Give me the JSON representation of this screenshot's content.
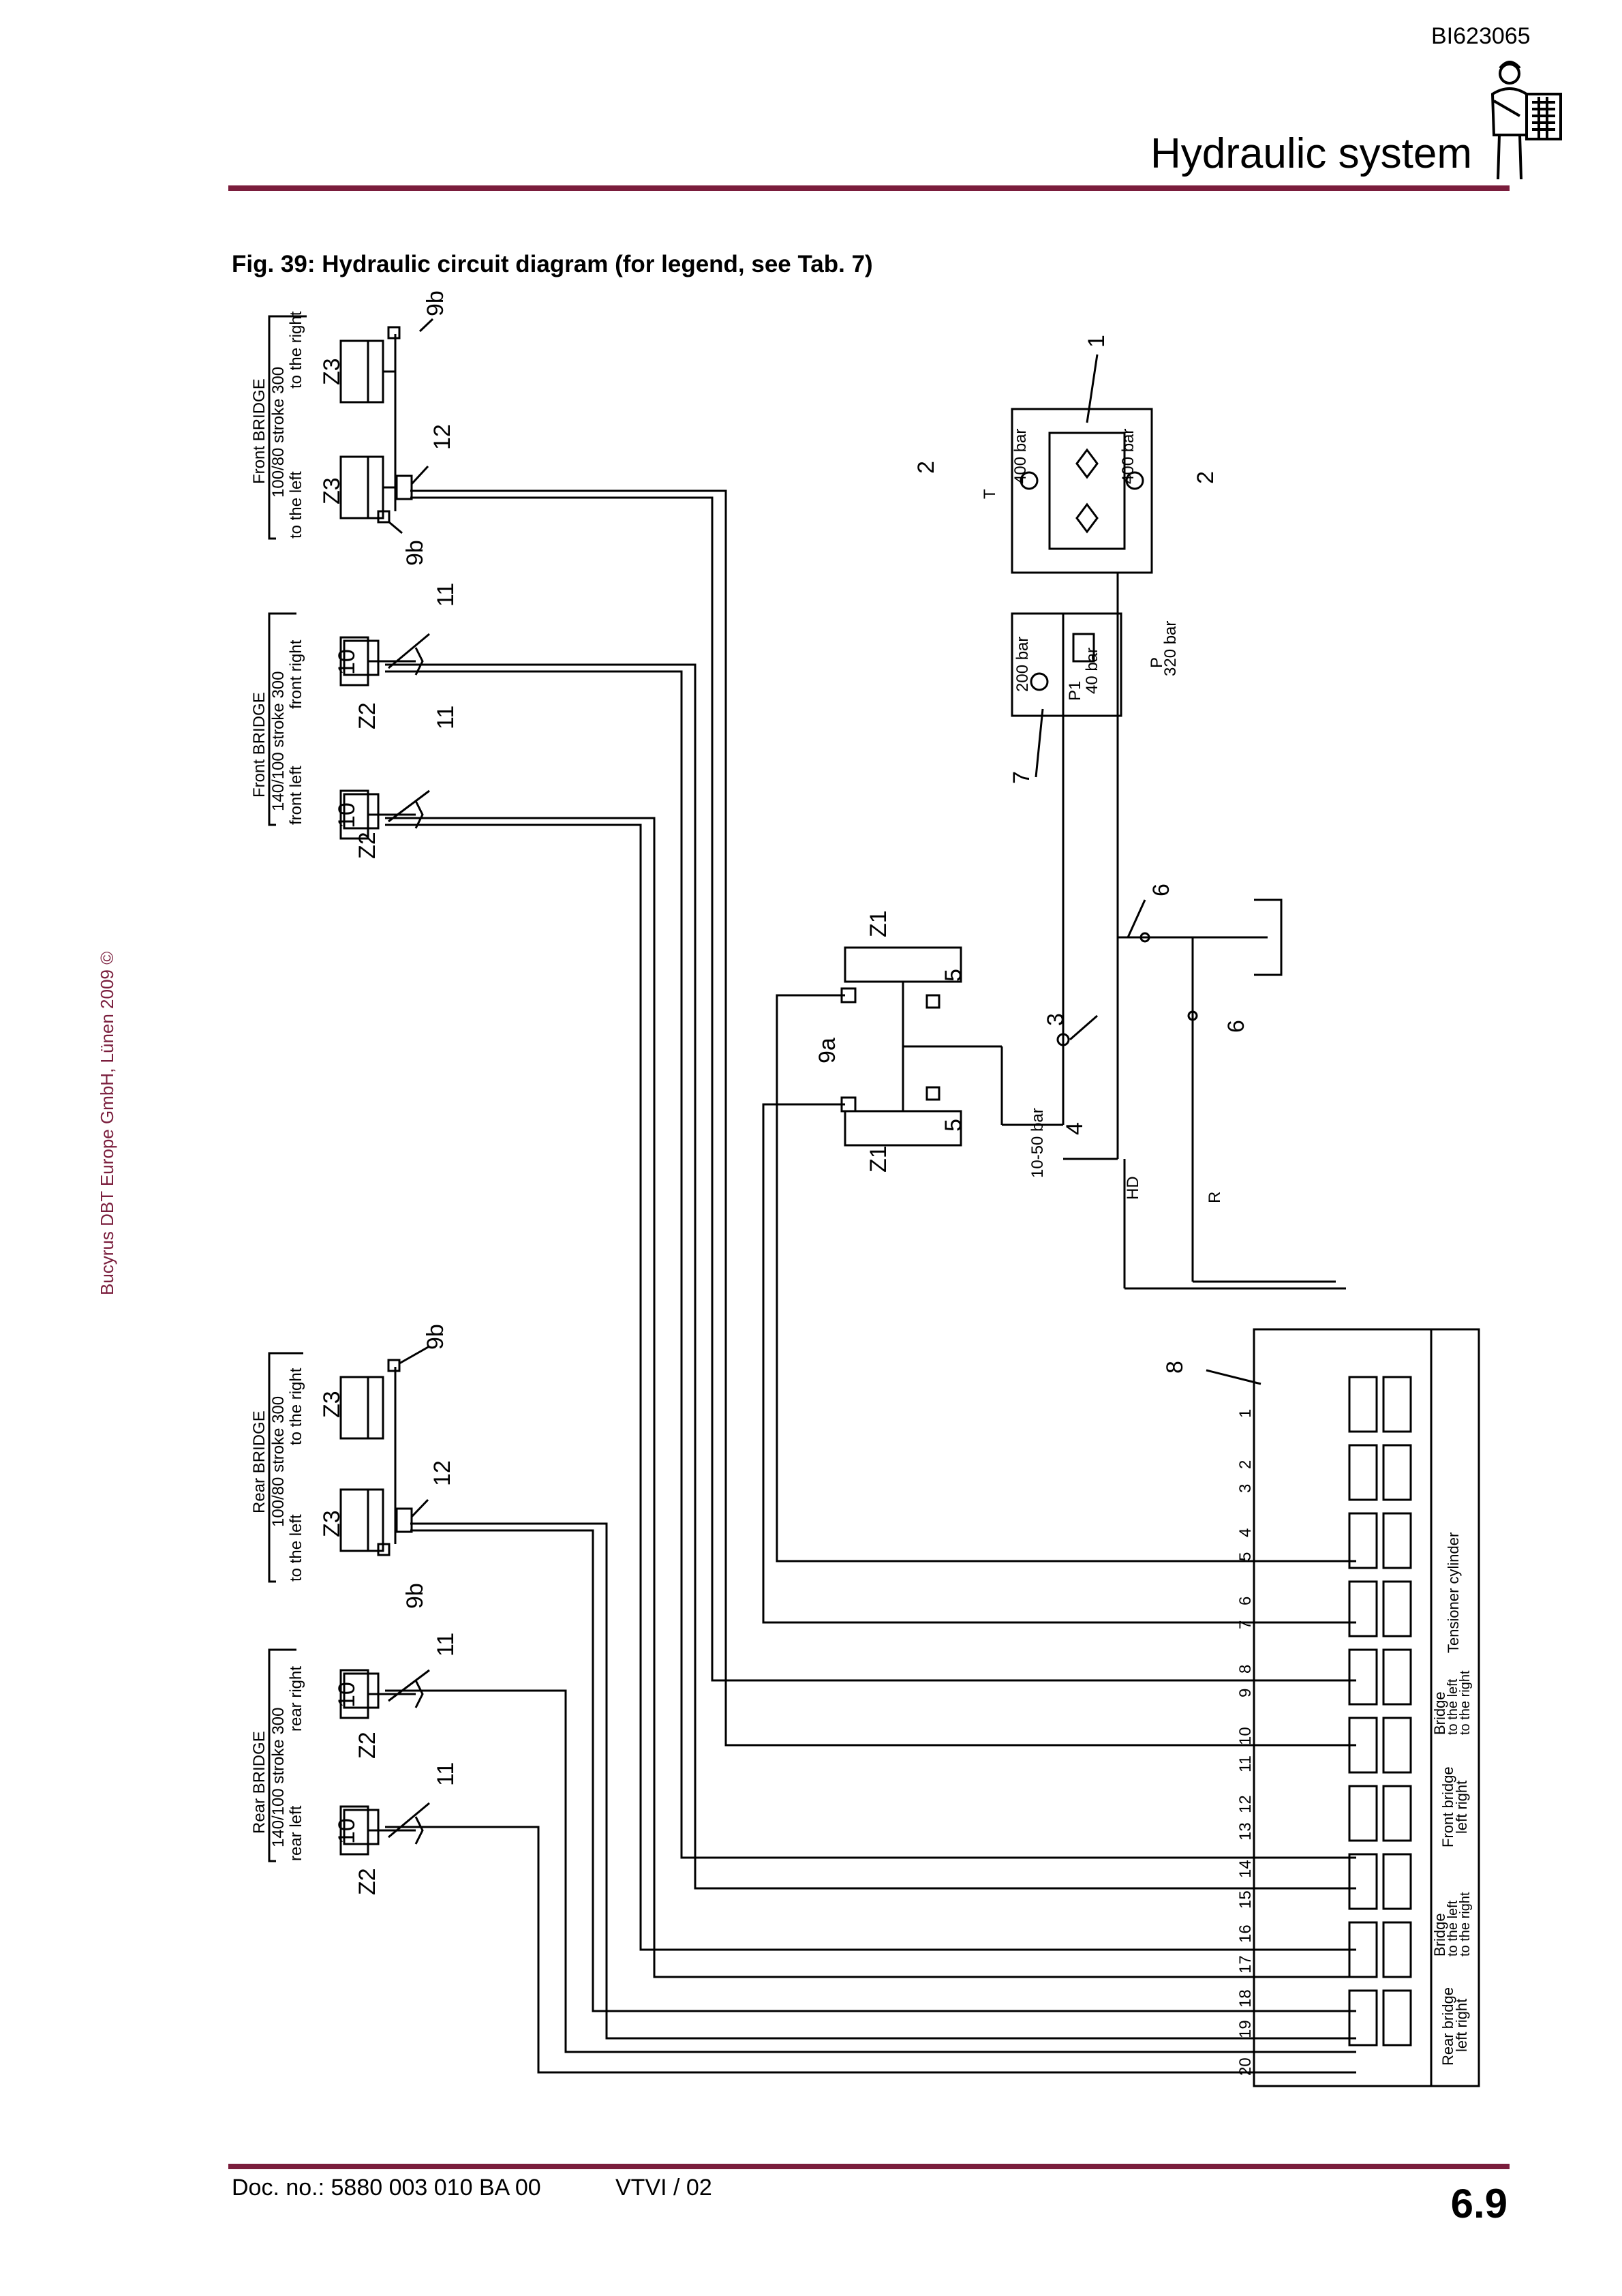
{
  "header": {
    "doc_id": "BI623065",
    "section_title": "Hydraulic system",
    "worker_icon": "worker-with-clipboard-icon"
  },
  "figure": {
    "caption": "Fig. 39:  Hydraulic circuit diagram (for legend, see Tab. 7)"
  },
  "side_text": {
    "copyright": "Bucyrus DBT Europe GmbH, Lünen 2009 ©"
  },
  "diagram": {
    "groups": {
      "front_bridge_z3": {
        "title": "Front BRIDGE",
        "spec": "100/80 stroke 300",
        "left": "to the left",
        "right": "to the right"
      },
      "front_bridge_z2": {
        "title": "Front BRIDGE",
        "spec": "140/100 stroke 300",
        "left": "front left",
        "right": "front right"
      },
      "rear_bridge_z3": {
        "title": "Rear BRIDGE",
        "spec": "100/80 stroke 300",
        "left": "to the left",
        "right": "to the right"
      },
      "rear_bridge_z2": {
        "title": "Rear BRIDGE",
        "spec": "140/100 stroke 300",
        "left": "rear left",
        "right": "rear right"
      }
    },
    "component_labels": {
      "z1": "Z1",
      "z2": "Z2",
      "z3": "Z3",
      "n1": "1",
      "n2": "2",
      "n3": "3",
      "n4": "4",
      "n5": "5",
      "n6": "6",
      "n7": "7",
      "n8": "8",
      "n9a": "9a",
      "n9b": "9b",
      "n10": "10",
      "n11": "11",
      "n12": "12"
    },
    "pressures": {
      "p400": "400 bar",
      "p320": "320 bar",
      "p200": "200 bar",
      "p40": "40 bar",
      "p1": "P1",
      "p1050": "10-50 bar",
      "port_p": "P",
      "port_t": "T"
    },
    "lines": {
      "hd": "HD",
      "r": "R"
    },
    "valve_block": {
      "ports": [
        "1",
        "2",
        "3",
        "4",
        "5",
        "6",
        "7",
        "8",
        "9",
        "10",
        "11",
        "12",
        "13",
        "14",
        "15",
        "16",
        "17",
        "18",
        "19",
        "20"
      ],
      "functions": {
        "tensioner": "Tensioner cylinder",
        "bridge_lr_1": "Bridge",
        "bridge_lr_1b": "to the left",
        "bridge_lr_1c": "to the right",
        "front_bridge": "Front bridge",
        "front_bridge_b": "left  right",
        "bridge_lr_2": "Bridge",
        "bridge_lr_2b": "to the left",
        "bridge_lr_2c": "to the right",
        "rear_bridge": "Rear bridge",
        "rear_bridge_b": "left  right"
      }
    }
  },
  "footer": {
    "doc_no": "Doc. no.: 5880 003 010 BA 00",
    "version": "VTVI / 02",
    "page": "6.9"
  },
  "colors": {
    "accent": "#7a1d3c",
    "line": "#000000"
  }
}
